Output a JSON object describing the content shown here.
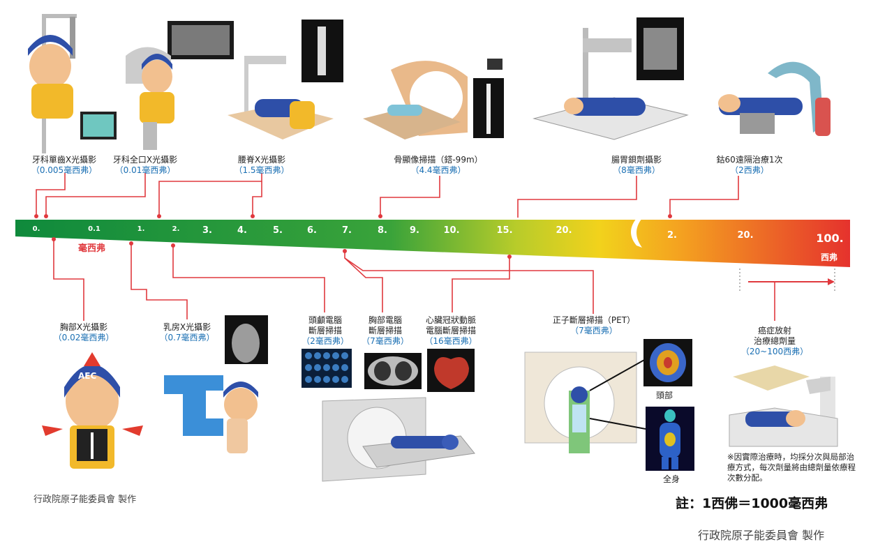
{
  "scale": {
    "unit_msv": "毫西弗",
    "unit_sv": "西弗",
    "ticks_msv": [
      "0.",
      "0.1",
      "1.",
      "2.",
      "3.",
      "4.",
      "5.",
      "6.",
      "7.",
      "8.",
      "9.",
      "10.",
      "15.",
      "20."
    ],
    "ticks_sv": [
      "2.",
      "20.",
      "100."
    ]
  },
  "top_items": [
    {
      "name": "牙科單齒X光攝影",
      "dose": "（0.005毫西弗）"
    },
    {
      "name": "牙科全口X光攝影",
      "dose": "（0.01毫西弗）"
    },
    {
      "name": "腰脊X光攝影",
      "dose": "（1.5毫西弗）"
    },
    {
      "name": "骨顯像掃描（鎝-99m）",
      "dose": "（4.4毫西弗）"
    },
    {
      "name": "腸胃鋇劑攝影",
      "dose": "（8毫西弗）"
    },
    {
      "name": "鈷60遠隔治療1次",
      "dose": "（2西弗）"
    }
  ],
  "bottom_items": [
    {
      "name": "胸部X光攝影",
      "dose": "（0.02毫西弗）"
    },
    {
      "name": "乳房X光攝影",
      "dose": "（0.7毫西弗）"
    },
    {
      "name1": "頭顱電腦",
      "name2": "斷層掃描",
      "dose": "（2毫西弗）"
    },
    {
      "name1": "胸部電腦",
      "name2": "斷層掃描",
      "dose": "（7毫西弗）"
    },
    {
      "name1": "心臟冠狀動脈",
      "name2": "電腦斷層掃描",
      "dose": "（16毫西弗）"
    },
    {
      "name": "正子斷層掃描（PET）",
      "dose": "（7毫西弗）"
    },
    {
      "name1": "癌症放射",
      "name2": "治療總劑量",
      "dose": "（20~100西弗）"
    }
  ],
  "pet_labels": {
    "head": "頭部",
    "body": "全身"
  },
  "note_cancer": "※因實際治療時，均採分次與局部治療方式，每次劑量將由總劑量依療程次數分配。",
  "note_unit": "註：1西佛＝1000毫西弗",
  "credit_left": "行政院原子能委員會 製作",
  "credit_right": "行政院原子能委員會 製作",
  "mascot_text": "AEC",
  "colors": {
    "leader": "#e0393e",
    "dose": "#1a6fb3",
    "bar_start": "#0f8a3c",
    "bar_mid": "#f0d020",
    "bar_end": "#e5322d"
  }
}
